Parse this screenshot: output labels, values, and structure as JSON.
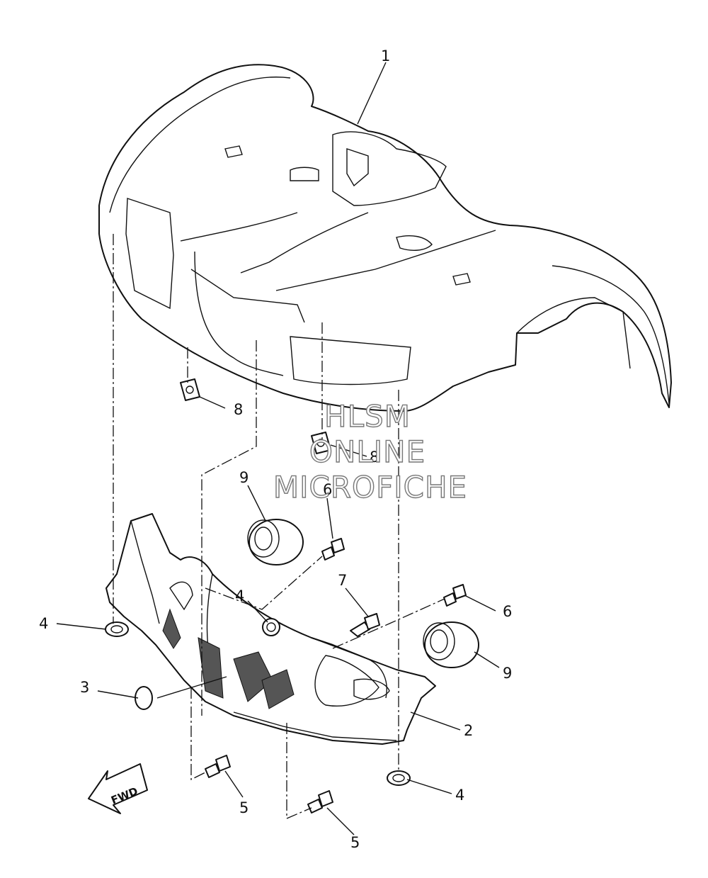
{
  "callouts": [
    {
      "id": "c1",
      "text": "1"
    },
    {
      "id": "c2",
      "text": "2"
    },
    {
      "id": "c3",
      "text": "3"
    },
    {
      "id": "c4a",
      "text": "4"
    },
    {
      "id": "c4b",
      "text": "4"
    },
    {
      "id": "c4c",
      "text": "4"
    },
    {
      "id": "c5a",
      "text": "5"
    },
    {
      "id": "c5b",
      "text": "5"
    },
    {
      "id": "c6a",
      "text": "6"
    },
    {
      "id": "c6b",
      "text": "6"
    },
    {
      "id": "c7",
      "text": "7"
    },
    {
      "id": "c8a",
      "text": "8"
    },
    {
      "id": "c8b",
      "text": "8"
    },
    {
      "id": "c9a",
      "text": "9"
    },
    {
      "id": "c9b",
      "text": "9"
    }
  ],
  "watermark": {
    "line1": "HLSM",
    "line2": "ONLINE",
    "line3": "MICROFICHE"
  },
  "direction_label": "FWD",
  "colors": {
    "line": "#111111",
    "background": "#ffffff",
    "watermark_outline": "#777777"
  }
}
